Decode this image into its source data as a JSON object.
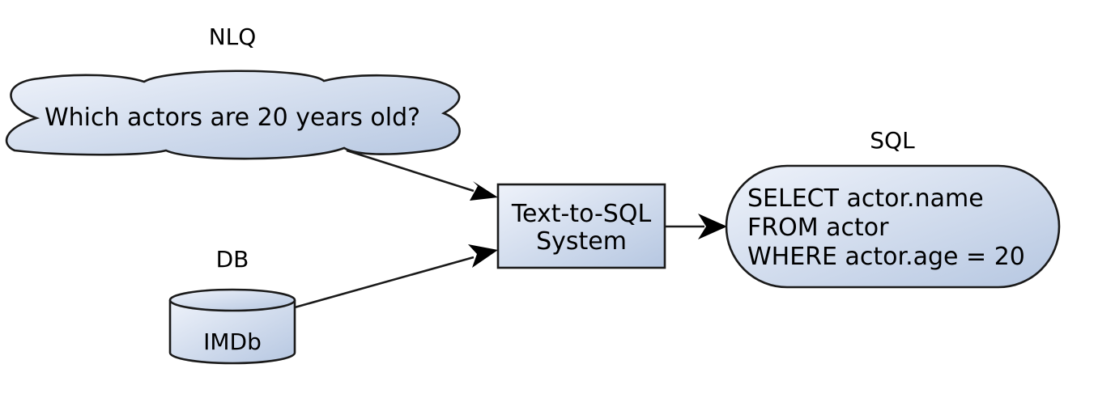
{
  "nlq": {
    "heading": "NLQ",
    "question": "Which actors are 20 years old?"
  },
  "db": {
    "heading": "DB",
    "name": "IMDb"
  },
  "system": {
    "line1": "Text-to-SQL",
    "line2": "System"
  },
  "sql": {
    "heading": "SQL",
    "line1": "SELECT actor.name",
    "line2": "FROM actor",
    "line3": "WHERE actor.age = 20"
  },
  "colors": {
    "fill_light": "#eef2fa",
    "fill_dark": "#b6c7e1",
    "stroke": "#1a1a1a"
  }
}
